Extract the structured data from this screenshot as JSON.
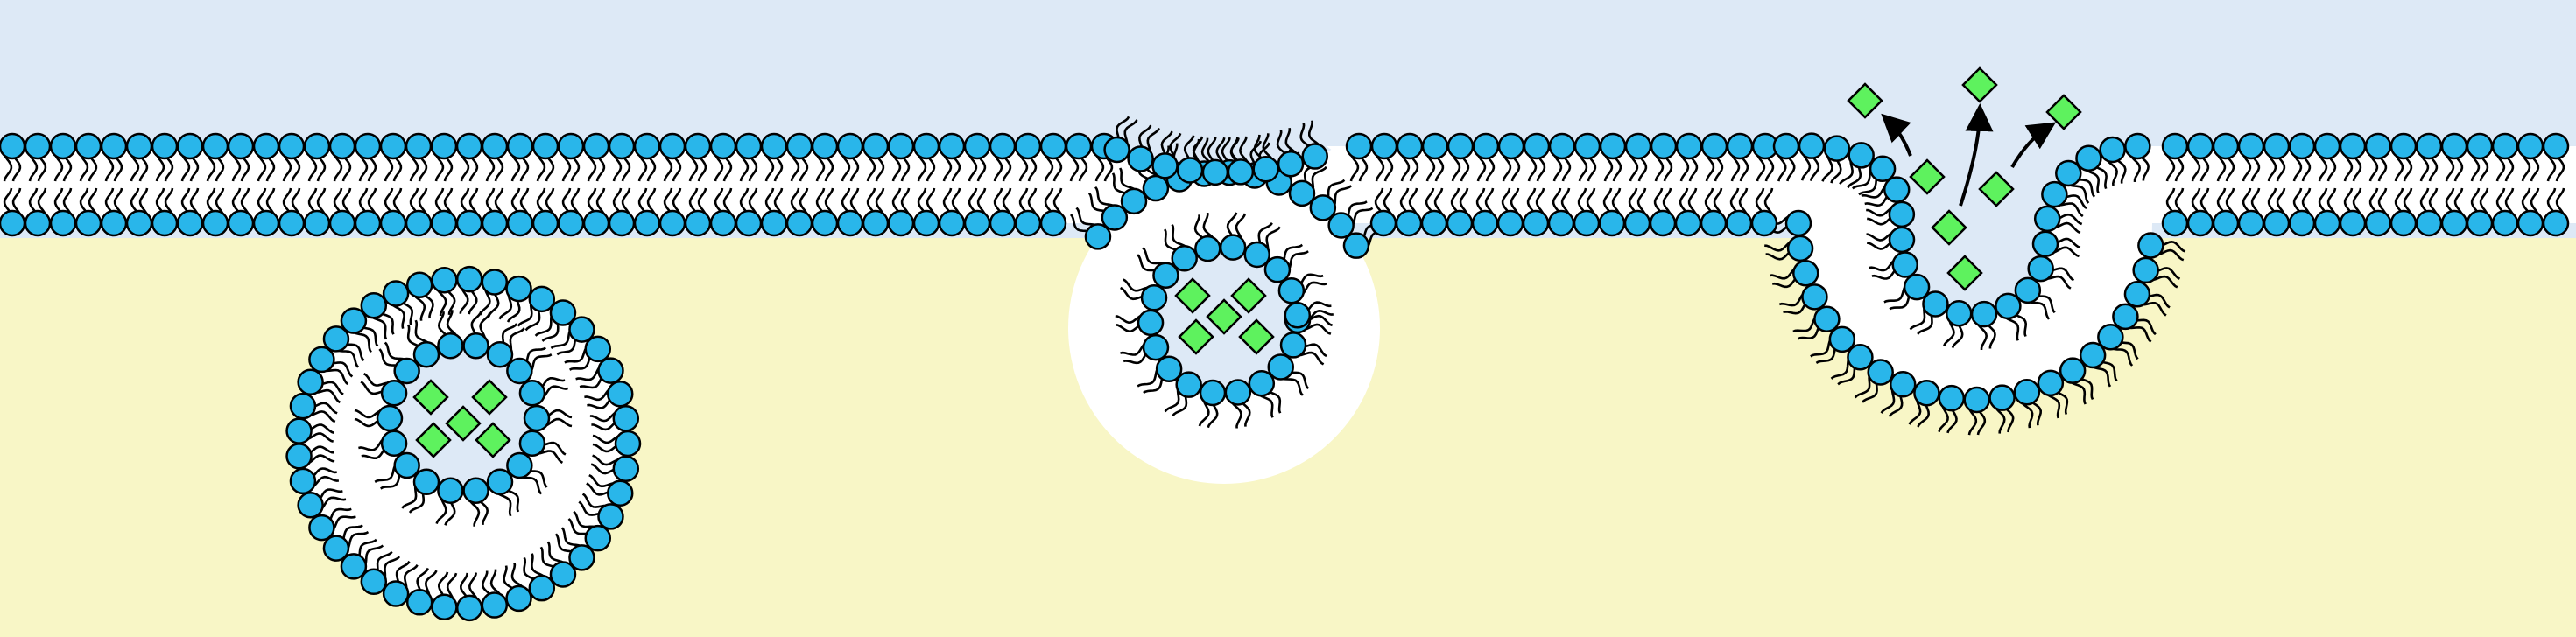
{
  "diagram": {
    "type": "exocytosis-illustration",
    "stages": [
      "free-vesicle",
      "docked-vesicle",
      "fusion-release"
    ],
    "colors": {
      "extracellular": "#dde9f6",
      "cytoplasm": "#f8f6c6",
      "lipid_head": "#29b6ea",
      "membrane_core": "#ffffff",
      "cargo": "#5ef25e",
      "outline": "#000000"
    },
    "icons": [
      "lipid-head-icon",
      "lipid-tail-icon",
      "cargo-molecule-icon",
      "release-arrow-icon"
    ]
  }
}
